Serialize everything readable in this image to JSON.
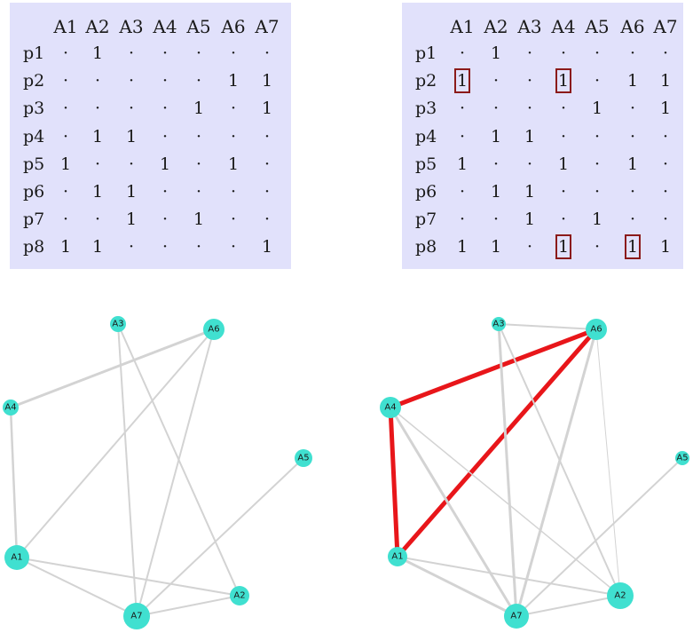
{
  "columns": [
    "A1",
    "A2",
    "A3",
    "A4",
    "A5",
    "A6",
    "A7"
  ],
  "rows": [
    "p1",
    "p2",
    "p3",
    "p4",
    "p5",
    "p6",
    "p7",
    "p8"
  ],
  "left_matrix": [
    [
      "·",
      "1",
      "·",
      "·",
      "·",
      "·",
      "·"
    ],
    [
      "·",
      "·",
      "·",
      "·",
      "·",
      "1",
      "1"
    ],
    [
      "·",
      "·",
      "·",
      "·",
      "1",
      "·",
      "1"
    ],
    [
      "·",
      "1",
      "1",
      "·",
      "·",
      "·",
      "·"
    ],
    [
      "1",
      "·",
      "·",
      "1",
      "·",
      "1",
      "·"
    ],
    [
      "·",
      "1",
      "1",
      "·",
      "·",
      "·",
      "·"
    ],
    [
      "·",
      "·",
      "1",
      "·",
      "1",
      "·",
      "·"
    ],
    [
      "1",
      "1",
      "·",
      "·",
      "·",
      "·",
      "1"
    ]
  ],
  "right_matrix": [
    [
      "·",
      "1",
      "·",
      "·",
      "·",
      "·",
      "·"
    ],
    [
      "1",
      "·",
      "·",
      "1",
      "·",
      "1",
      "1"
    ],
    [
      "·",
      "·",
      "·",
      "·",
      "1",
      "·",
      "1"
    ],
    [
      "·",
      "1",
      "1",
      "·",
      "·",
      "·",
      "·"
    ],
    [
      "1",
      "·",
      "·",
      "1",
      "·",
      "1",
      "·"
    ],
    [
      "·",
      "1",
      "1",
      "·",
      "·",
      "·",
      "·"
    ],
    [
      "·",
      "·",
      "1",
      "·",
      "1",
      "·",
      "·"
    ],
    [
      "1",
      "1",
      "·",
      "1",
      "·",
      "1",
      "1"
    ]
  ],
  "right_highlights": [
    [
      1,
      0
    ],
    [
      1,
      3
    ],
    [
      7,
      3
    ],
    [
      7,
      5
    ]
  ],
  "node_color": "#40e0d0",
  "edge_color": "#d3d3d3",
  "highlight_edge_color": "#e8161a",
  "box_color": "#8b1a1a",
  "left_graph": {
    "nodes": [
      "A1",
      "A2",
      "A3",
      "A4",
      "A5",
      "A6",
      "A7"
    ],
    "edges": [
      [
        "A4",
        "A6"
      ],
      [
        "A4",
        "A1"
      ],
      [
        "A1",
        "A6"
      ],
      [
        "A1",
        "A2"
      ],
      [
        "A1",
        "A7"
      ],
      [
        "A3",
        "A2"
      ],
      [
        "A3",
        "A7"
      ],
      [
        "A5",
        "A7"
      ],
      [
        "A6",
        "A7"
      ],
      [
        "A7",
        "A2"
      ]
    ]
  },
  "right_graph": {
    "nodes": [
      "A1",
      "A2",
      "A3",
      "A4",
      "A5",
      "A6",
      "A7"
    ],
    "edges": [
      [
        "A1",
        "A4"
      ],
      [
        "A4",
        "A6"
      ],
      [
        "A1",
        "A6"
      ],
      [
        "A4",
        "A7"
      ],
      [
        "A4",
        "A2"
      ],
      [
        "A3",
        "A2"
      ],
      [
        "A3",
        "A6"
      ],
      [
        "A3",
        "A7"
      ],
      [
        "A6",
        "A7"
      ],
      [
        "A6",
        "A2"
      ],
      [
        "A1",
        "A7"
      ],
      [
        "A1",
        "A2"
      ],
      [
        "A5",
        "A7"
      ],
      [
        "A7",
        "A2"
      ]
    ],
    "highlight_edges": [
      [
        "A1",
        "A4"
      ],
      [
        "A4",
        "A6"
      ],
      [
        "A1",
        "A6"
      ]
    ]
  }
}
